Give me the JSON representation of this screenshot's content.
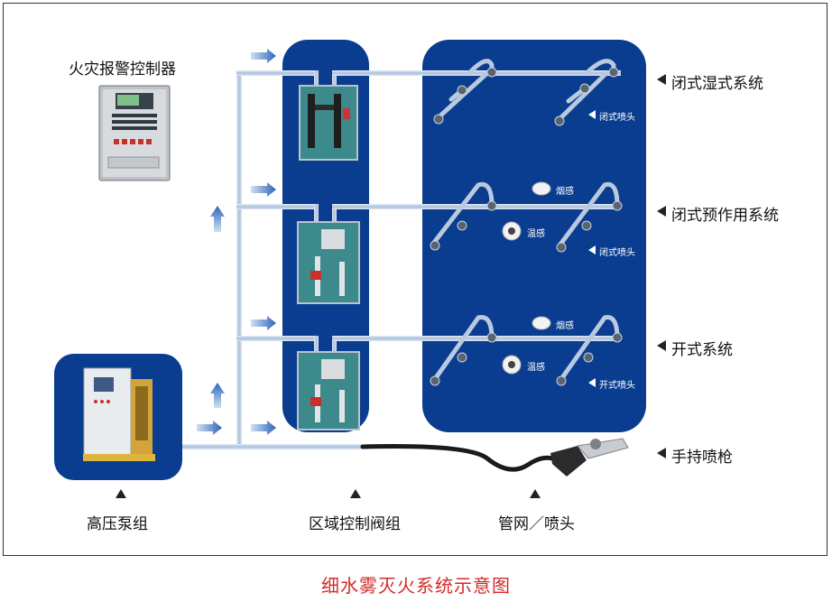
{
  "title": "火灾报警控制器",
  "caption": "细水雾灭火系统示意图",
  "bottom_labels": {
    "pump": "高压泵组",
    "valve": "区域控制阀组",
    "pipe": "管网／喷头"
  },
  "systems": {
    "wet": "闭式湿式系统",
    "preaction": "闭式预作用系统",
    "open": "开式系统",
    "gun": "手持喷枪"
  },
  "tags": {
    "closed_nozzle_1": "闭式喷头",
    "closed_nozzle_2": "闭式喷头",
    "open_nozzle": "开式喷头",
    "smoke_1": "烟感",
    "heat_1": "温感",
    "smoke_2": "烟感",
    "heat_2": "温感"
  },
  "colors": {
    "panel_blue": "#0a3d8f",
    "pipe_light": "#c8d8ee",
    "caption_red": "#d42a2a"
  }
}
